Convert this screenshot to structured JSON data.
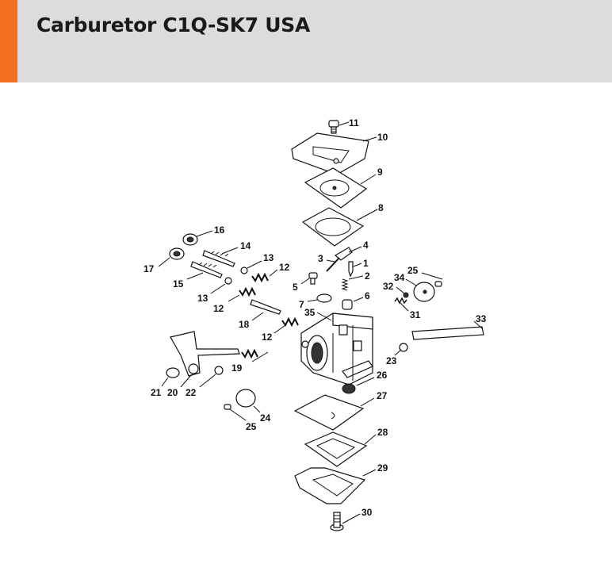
{
  "header": {
    "title": "Carburetor C1Q-SK7 USA",
    "accent_color": "#f37021",
    "background_color": "#dcdcdc"
  },
  "parts": [
    {
      "key": "p11",
      "label": "11"
    },
    {
      "key": "p10",
      "label": "10"
    },
    {
      "key": "p9",
      "label": "9"
    },
    {
      "key": "p8",
      "label": "8"
    },
    {
      "key": "p4",
      "label": "4"
    },
    {
      "key": "p3",
      "label": "3"
    },
    {
      "key": "p1",
      "label": "1"
    },
    {
      "key": "p2",
      "label": "2"
    },
    {
      "key": "p5",
      "label": "5"
    },
    {
      "key": "p7",
      "label": "7"
    },
    {
      "key": "p6",
      "label": "6"
    },
    {
      "key": "p35",
      "label": "35"
    },
    {
      "key": "p16",
      "label": "16"
    },
    {
      "key": "p14",
      "label": "14"
    },
    {
      "key": "p17",
      "label": "17"
    },
    {
      "key": "p13a",
      "label": "13"
    },
    {
      "key": "p12a",
      "label": "12"
    },
    {
      "key": "p15",
      "label": "15"
    },
    {
      "key": "p13b",
      "label": "13"
    },
    {
      "key": "p12b",
      "label": "12"
    },
    {
      "key": "p18",
      "label": "18"
    },
    {
      "key": "p12c",
      "label": "12"
    },
    {
      "key": "p19",
      "label": "19"
    },
    {
      "key": "p21",
      "label": "21"
    },
    {
      "key": "p20",
      "label": "20"
    },
    {
      "key": "p22",
      "label": "22"
    },
    {
      "key": "p24",
      "label": "24"
    },
    {
      "key": "p25a",
      "label": "25"
    },
    {
      "key": "p25b",
      "label": "25"
    },
    {
      "key": "p34",
      "label": "34"
    },
    {
      "key": "p32",
      "label": "32"
    },
    {
      "key": "p31",
      "label": "31"
    },
    {
      "key": "p33",
      "label": "33"
    },
    {
      "key": "p23",
      "label": "23"
    },
    {
      "key": "p26",
      "label": "26"
    },
    {
      "key": "p27",
      "label": "27"
    },
    {
      "key": "p28",
      "label": "28"
    },
    {
      "key": "p29",
      "label": "29"
    },
    {
      "key": "p30",
      "label": "30"
    }
  ]
}
